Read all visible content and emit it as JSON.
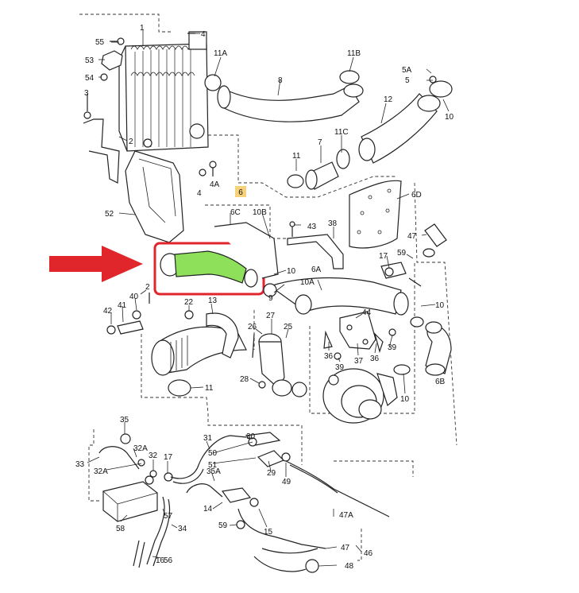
{
  "highlight": {
    "label": "6",
    "hose_color": "#8ee05a",
    "frame_color": "#e0262b",
    "arrow_color": "#e0262b",
    "label_bg": "#f6d27a"
  },
  "callouts": {
    "c55": "55",
    "c1": "1",
    "c4a": "4",
    "c11A": "11A",
    "c11B": "11B",
    "c5A": "5A",
    "c5": "5",
    "c53": "53",
    "c54": "54",
    "c8": "8",
    "c3": "3",
    "c12": "12",
    "c10a": "10",
    "c2": "2",
    "c11C": "11C",
    "c7": "7",
    "c11": "11",
    "c4b": "4",
    "c4A": "4A",
    "c6D": "6D",
    "c52": "52",
    "c6C": "6C",
    "c10B": "10B",
    "c43": "43",
    "c38": "38",
    "c47": "47",
    "c59a": "59",
    "c17a": "17",
    "c10b": "10",
    "c6A": "6A",
    "c10A": "10A",
    "c9": "9",
    "c10c": "10",
    "c2b": "2",
    "c40": "40",
    "c41": "41",
    "c42": "42",
    "c22": "22",
    "c13": "13",
    "c26": "26",
    "c27": "27",
    "c25": "25",
    "c44": "44",
    "c39a": "39",
    "c36a": "36",
    "c37": "37",
    "c36b": "36",
    "c39b": "39",
    "c6B": "6B",
    "c10d": "10",
    "c11b": "11",
    "c28": "28",
    "c35": "35",
    "c32A": "32A",
    "c33": "33",
    "c32Ab": "32A",
    "c32": "32",
    "c17b": "17",
    "c31": "31",
    "c30": "30",
    "c50": "50",
    "c51": "51",
    "c29": "29",
    "c49": "49",
    "c35A": "35A",
    "c14": "14",
    "c58": "58",
    "c57": "57",
    "c34": "34",
    "c16": "16",
    "c59b": "59",
    "c15": "15",
    "c47A": "47A",
    "c47b": "47",
    "c46": "46",
    "c48": "48",
    "c56": "56"
  }
}
